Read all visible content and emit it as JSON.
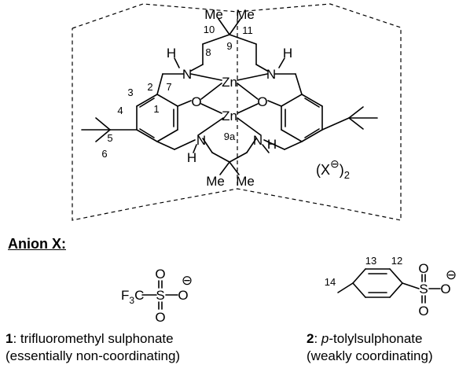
{
  "complex": {
    "atoms": {
      "zn_top": "Zn",
      "zn_bottom": "Zn",
      "o_left": "O",
      "o_right": "O",
      "n_tl": "N",
      "n_tr": "N",
      "n_bl": "N",
      "n_br": "N",
      "h_tl": "H",
      "h_tr": "H",
      "h_bl": "H",
      "h_br": "H",
      "me_top_left": "Me",
      "me_top_right": "Me",
      "me_bot_left": "Me",
      "me_bot_right": "Me"
    },
    "numbering": {
      "n1": "1",
      "n2": "2",
      "n3": "3",
      "n4": "4",
      "n5": "5",
      "n6": "6",
      "n7": "7",
      "n8": "8",
      "n9": "9",
      "n9a": "9a",
      "n10": "10",
      "n11": "11"
    },
    "counterion": {
      "open": "(X",
      "charge": "⊖",
      "close": ")",
      "subscript": "2"
    }
  },
  "anion_section": {
    "heading": "Anion X:",
    "anion1": {
      "f3c": "F",
      "f3c_sub": "3",
      "c": "C",
      "s": "S",
      "o_top": "O",
      "o_bottom": "O",
      "o_minus": "O",
      "charge": "⊖",
      "number": "1",
      "name": ": trifluoromethyl sulphonate",
      "note": "(essentially non-coordinating)"
    },
    "anion2": {
      "label_13": "13",
      "label_12": "12",
      "label_14": "14",
      "s": "S",
      "o_top": "O",
      "o_bottom": "O",
      "o_minus": "O",
      "charge": "⊖",
      "number": "2",
      "name_prefix": ": ",
      "name_italic": "p",
      "name_rest": "-tolylsulphonate",
      "note": "(weakly coordinating)"
    }
  }
}
